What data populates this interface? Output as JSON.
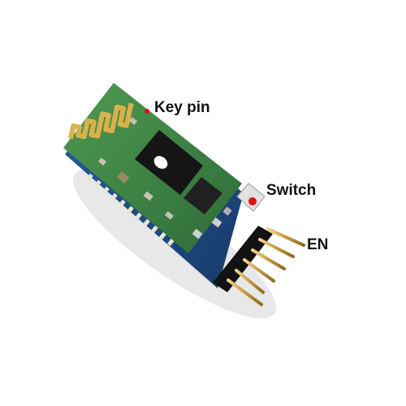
{
  "labels": {
    "key_pin": "Key pin",
    "switch": "Switch",
    "en": "EN"
  },
  "colors": {
    "pcb_green": "#3f7f3f",
    "pcb_edge": "#1f4a7a",
    "antenna_gold": "#d9b24c",
    "chip_black": "#151515",
    "header_black": "#121212",
    "pin_gold": "#c9a04a",
    "marker_red": "#e01010",
    "switch_button": "#d8d8d8"
  }
}
